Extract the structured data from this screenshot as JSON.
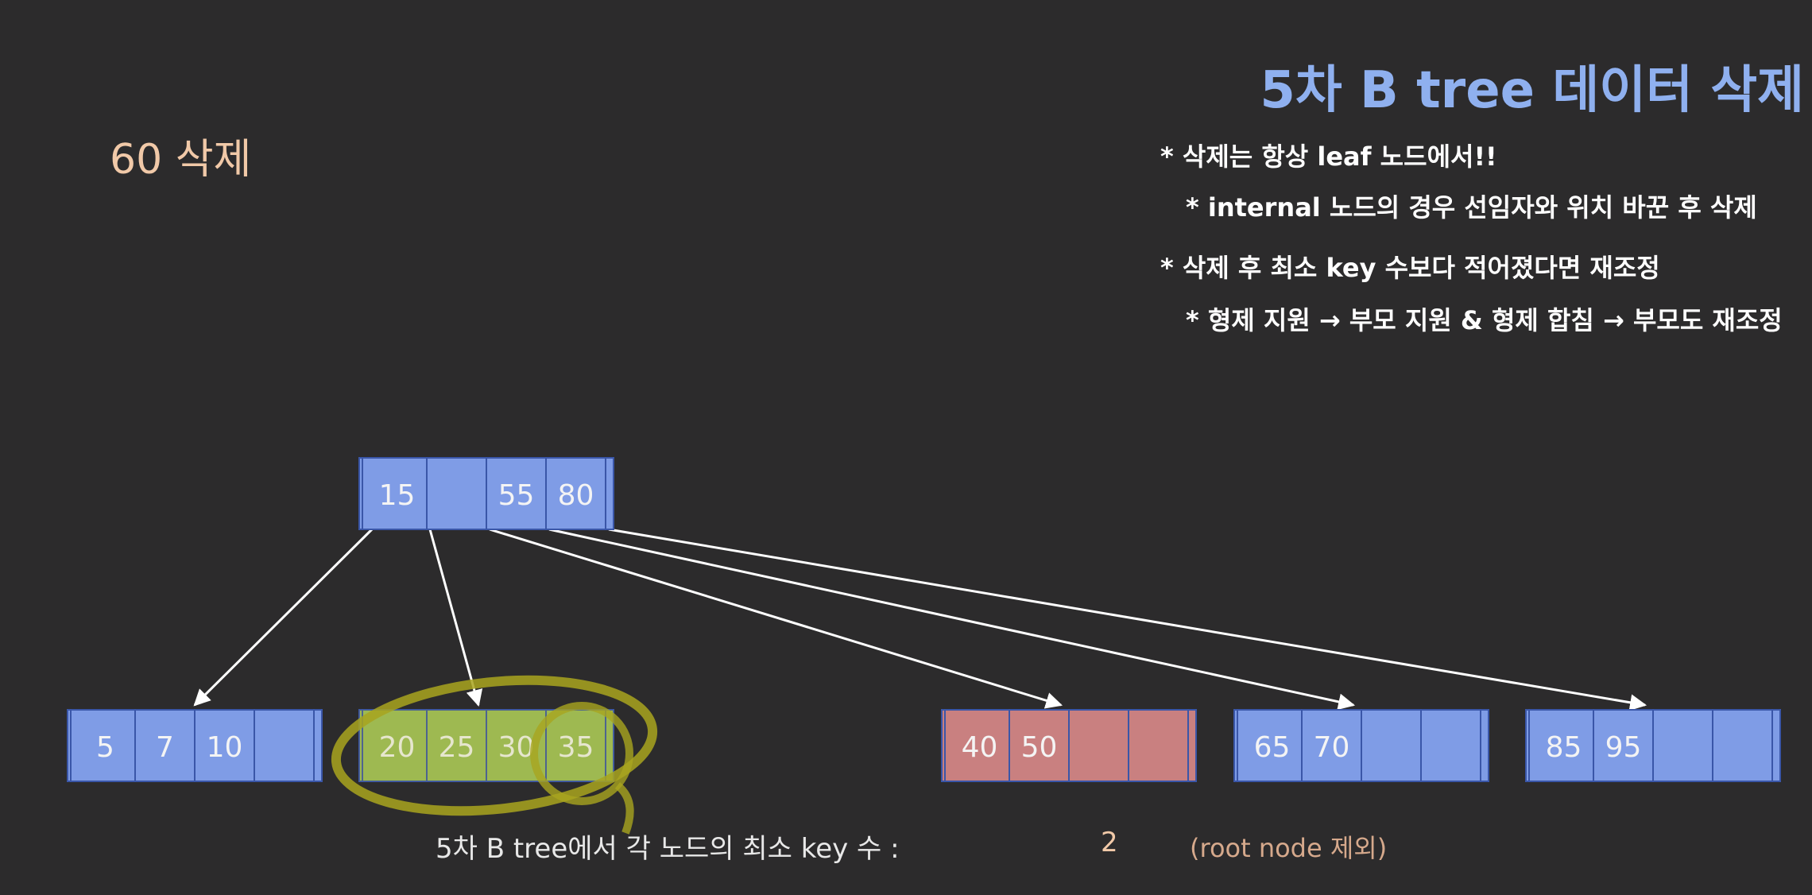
{
  "title": "5차 B tree 데이터 삭제",
  "subtitle": "60 삭제",
  "notes": [
    "* 삭제는 항상 leaf 노드에서!!",
    "* internal 노드의 경우 선임자와 위치 바꾼 후 삭제",
    "* 삭제 후 최소 key 수보다 적어졌다면 재조정",
    "* 형제 지원 → 부모 지원 & 형제 합침 → 부모도 재조정"
  ],
  "colors": {
    "background": "#2c2b2c",
    "node_blue": "#7f9ce6",
    "node_green": "#9dbd5c",
    "node_red": "#c98080",
    "circle_annotation": "#a9a51f",
    "title": "#8fb0ef"
  },
  "tree": {
    "root": {
      "keys": [
        "15",
        "",
        "55",
        "80"
      ],
      "color": "blue"
    },
    "leaves": [
      {
        "keys": [
          "5",
          "7",
          "10",
          ""
        ],
        "color": "blue"
      },
      {
        "keys": [
          "20",
          "25",
          "30",
          "35"
        ],
        "color": "green",
        "circled": true
      },
      {
        "keys": [
          "40",
          "50",
          "",
          ""
        ],
        "color": "red"
      },
      {
        "keys": [
          "65",
          "70",
          "",
          ""
        ],
        "color": "blue"
      },
      {
        "keys": [
          "85",
          "95",
          "",
          ""
        ],
        "color": "blue"
      }
    ]
  },
  "footer": {
    "label": "5차 B tree에서 각 노드의 최소 key 수 :",
    "value": "2",
    "note": "(root node 제외)"
  }
}
